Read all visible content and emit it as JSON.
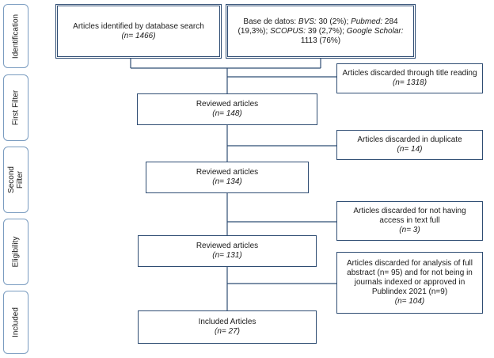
{
  "phases": [
    {
      "label": "Identification"
    },
    {
      "label": "First Filter"
    },
    {
      "label_line1": "Second",
      "label_line2": "Filter"
    },
    {
      "label": "Eligibility"
    },
    {
      "label": "Included"
    }
  ],
  "boxes": {
    "identified": {
      "text": "Articles identified by database search",
      "count": "(n= 1466)"
    },
    "databases": {
      "prefix": "Base de datos: ",
      "bvs_name": "BVS:",
      "bvs_value": " 30 (2%); ",
      "pubmed_name": "Pubmed:",
      "pubmed_value": " 284 (19,3%); ",
      "scopus_name": "SCOPUS:",
      "scopus_value": " 39 (2,7%); ",
      "scholar_name": "Google Scholar:",
      "scholar_value": " 1113 (76%)"
    },
    "discarded_title": {
      "text": "Articles discarded through title reading",
      "count": "(n= 1318)"
    },
    "reviewed_1": {
      "text": "Reviewed articles",
      "count": "(n= 148)"
    },
    "discarded_duplicate": {
      "text": "Articles discarded in duplicate",
      "count": "(n= 14)"
    },
    "reviewed_2": {
      "text": "Reviewed articles",
      "count": "(n= 134)"
    },
    "discarded_access": {
      "text": "Articles discarded for not having access in text full",
      "count": "(n= 3)"
    },
    "reviewed_3": {
      "text": "Reviewed articles",
      "count": "(n= 131)"
    },
    "discarded_abstract": {
      "text": "Articles discarded for analysis of full abstract (n= 95) and for not being in journals indexed or approved in Publindex 2021 (n=9)",
      "count": "(n= 104)"
    },
    "included": {
      "text": "Included Articles",
      "count": "(n= 27)"
    }
  }
}
